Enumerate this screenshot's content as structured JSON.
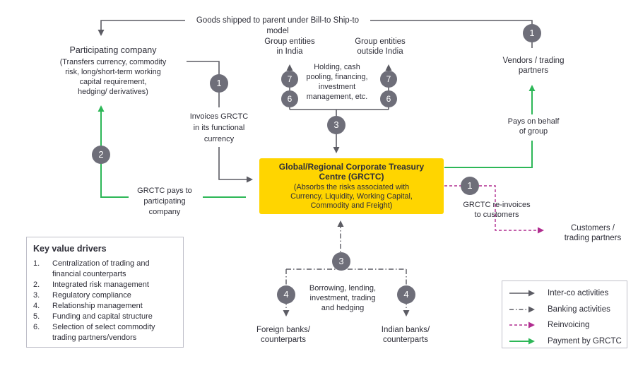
{
  "colors": {
    "grctc_yellow": "#FFD500",
    "line_gray": "#5c5c64",
    "badge_gray": "#6e6e79",
    "payment_green": "#2db757",
    "reinvoicing_magenta": "#b02c8f",
    "text_ink": "#2e2e38"
  },
  "banner": {
    "text": "Goods shipped to parent under Bill-to Ship-to model"
  },
  "nodes": {
    "participating_company": {
      "title": "Participating company",
      "subtitle": [
        "(Transfers currency, commodity",
        "risk, long/short-term working",
        "capital requirement,",
        "hedging/ derivatives)"
      ]
    },
    "group_entities_india": [
      "Group entities",
      "in India"
    ],
    "group_entities_outside": [
      "Group entities",
      "outside India"
    ],
    "grctc": {
      "title": [
        "Global/Regional Corporate Treasury",
        "Centre (GRCTC)"
      ],
      "subtitle": [
        "(Absorbs the risks associated with",
        "Currency, Liquidity, Working Capital,",
        "Commodity and Freight)"
      ]
    },
    "vendors": [
      "Vendors / trading",
      "partners"
    ],
    "customers": [
      "Customers /",
      "trading partners"
    ],
    "foreign_banks": [
      "Foreign banks/",
      "counterparts"
    ],
    "indian_banks": [
      "Indian banks/",
      "counterparts"
    ]
  },
  "edge_labels": {
    "invoices": [
      "Invoices GRCTC",
      "in its functional",
      "currency"
    ],
    "grctc_pays": [
      "GRCTC pays to",
      "participating",
      "company"
    ],
    "holding": [
      "Holding, cash",
      "pooling, financing,",
      "investment",
      "management, etc."
    ],
    "pays_on_behalf": [
      "Pays on behalf",
      "of group"
    ],
    "reinvoices": [
      "GRCTC re-invoices",
      "to customers"
    ],
    "borrowing": [
      "Borrowing, lending,",
      "investment, trading",
      "and hedging"
    ]
  },
  "markers": {
    "invoices": "1",
    "grctc_pays": "2",
    "group_flow": "3",
    "india_upper": "7",
    "india_lower": "6",
    "outside_upper": "7",
    "outside_lower": "6",
    "vendors": "1",
    "reinvoicing": "1",
    "banks_flow": "3",
    "foreign_bank": "4",
    "indian_bank": "4"
  },
  "key_value_drivers": {
    "title": "Key value drivers",
    "items": [
      {
        "num": "1.",
        "text": [
          "Centralization of trading and",
          "financial counterparts"
        ]
      },
      {
        "num": "2.",
        "text": "Integrated risk management"
      },
      {
        "num": "3.",
        "text": "Regulatory compliance"
      },
      {
        "num": "4.",
        "text": "Relationship management"
      },
      {
        "num": "5.",
        "text": "Funding and capital structure"
      },
      {
        "num": "6.",
        "text": [
          "Selection of select commodity",
          "trading partners/vendors"
        ]
      }
    ]
  },
  "legend": {
    "items": [
      {
        "style": "interco",
        "label": "Inter-co activities"
      },
      {
        "style": "banking",
        "label": "Banking activities"
      },
      {
        "style": "reinvoicing",
        "label": "Reinvoicing"
      },
      {
        "style": "payment",
        "label": "Payment by GRCTC"
      }
    ]
  }
}
